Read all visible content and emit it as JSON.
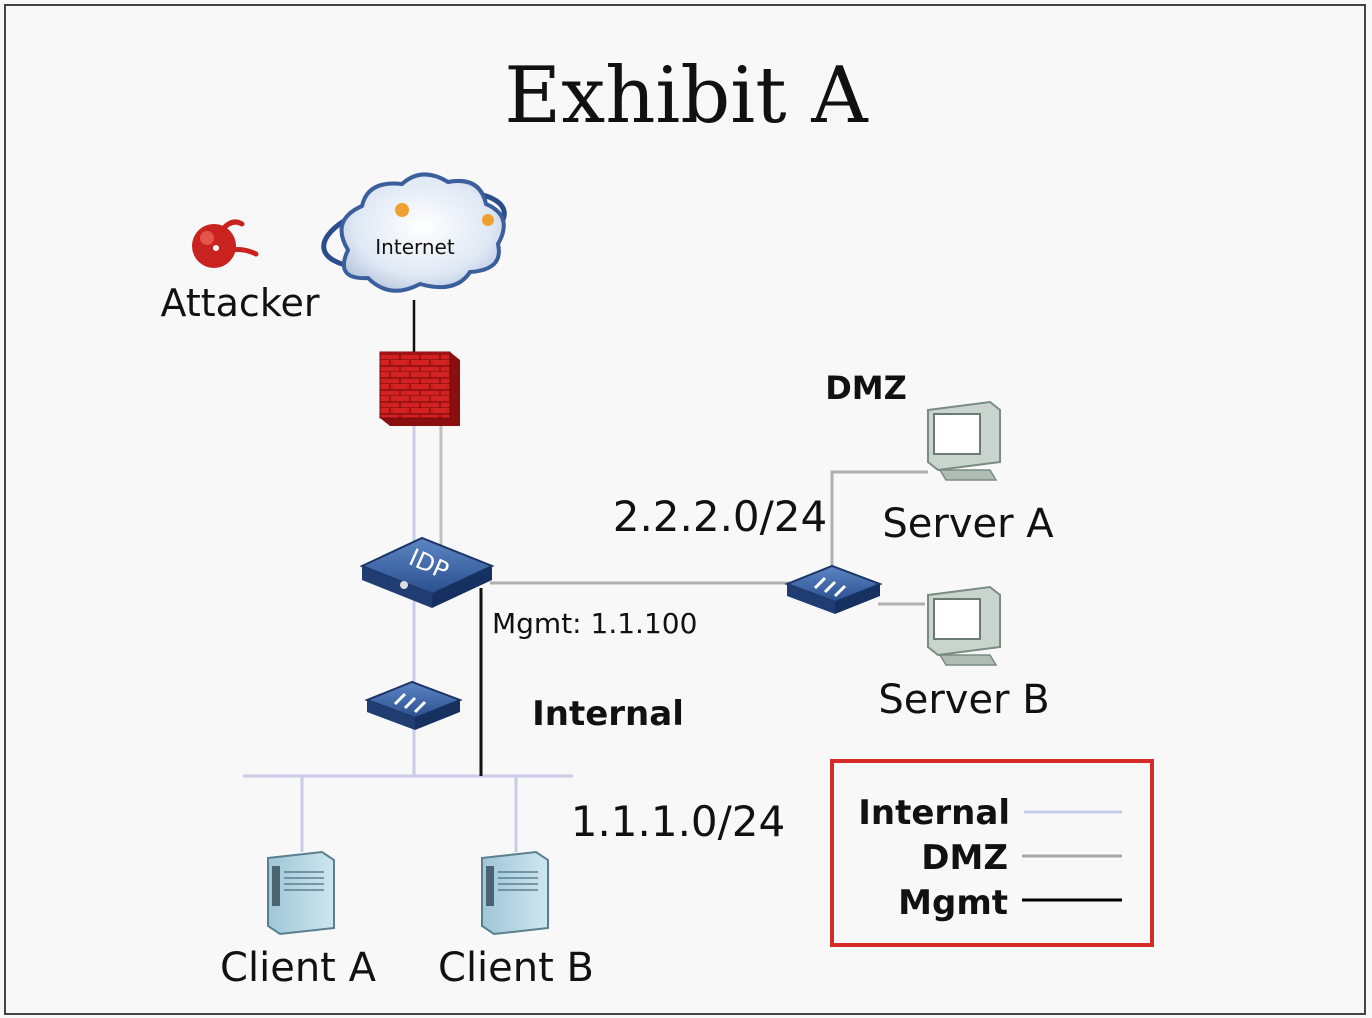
{
  "title": "Exhibit A",
  "nodes": {
    "attacker": "Attacker",
    "internet": "Internet",
    "idp": "IDP",
    "server_a": "Server A",
    "server_b": "Server B",
    "client_a": "Client A",
    "client_b": "Client B"
  },
  "zones": {
    "dmz": "DMZ",
    "internal": "Internal"
  },
  "networks": {
    "dmz_subnet": "2.2.2.0/24",
    "internal_subnet": "1.1.1.0/24",
    "mgmt_address": "Mgmt: 1.1.100"
  },
  "legend": {
    "items": [
      {
        "label": "Internal",
        "color": "#c8cce6"
      },
      {
        "label": "DMZ",
        "color": "#a8a8a8"
      },
      {
        "label": "Mgmt",
        "color": "#000000"
      }
    ],
    "border_color": "#d42a2a"
  }
}
